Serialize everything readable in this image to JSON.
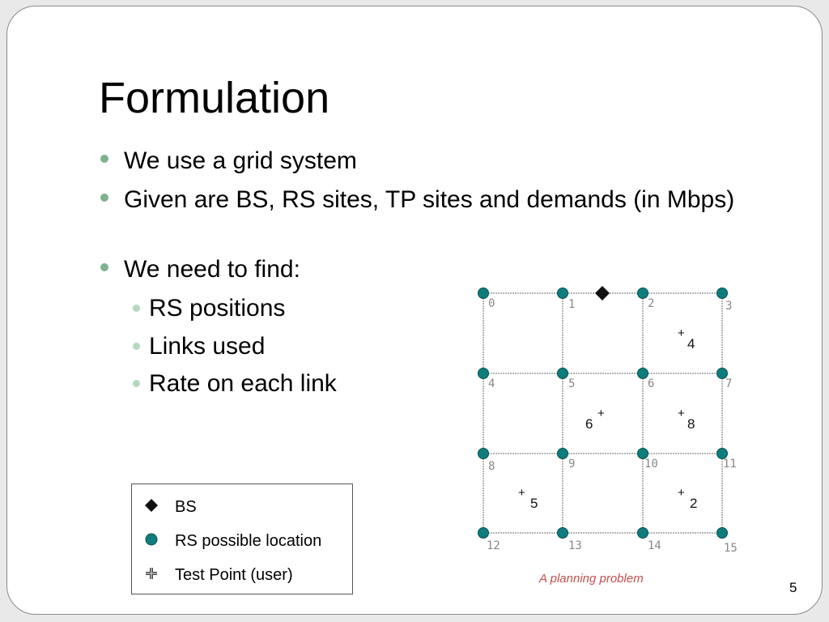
{
  "slide": {
    "title": "Formulation",
    "bullets": [
      "We use a grid system",
      "Given are BS, RS sites, TP sites and demands (in Mbps)",
      "We need to find:"
    ],
    "sub_bullets": [
      "RS positions",
      "Links used",
      "Rate on each link"
    ],
    "legend": {
      "bs": "BS",
      "rs": "RS possible location",
      "tp": "Test Point (user)"
    },
    "caption": "A planning problem",
    "page_number": "5"
  },
  "diagram": {
    "node_labels": [
      "0",
      "1",
      "2",
      "3",
      "4",
      "5",
      "6",
      "7",
      "8",
      "9",
      "10",
      "11",
      "12",
      "13",
      "14",
      "15"
    ],
    "test_points": [
      {
        "demand": "4",
        "cell": "top-right"
      },
      {
        "demand": "6",
        "cell": "middle-center"
      },
      {
        "demand": "8",
        "cell": "middle-right"
      },
      {
        "demand": "5",
        "cell": "bottom-left"
      },
      {
        "demand": "2",
        "cell": "bottom-right"
      }
    ],
    "colors": {
      "rs_node": "#0e7d7d",
      "bs": "#111111",
      "caption": "#c0504d",
      "bullet": "#7fb28d"
    }
  }
}
